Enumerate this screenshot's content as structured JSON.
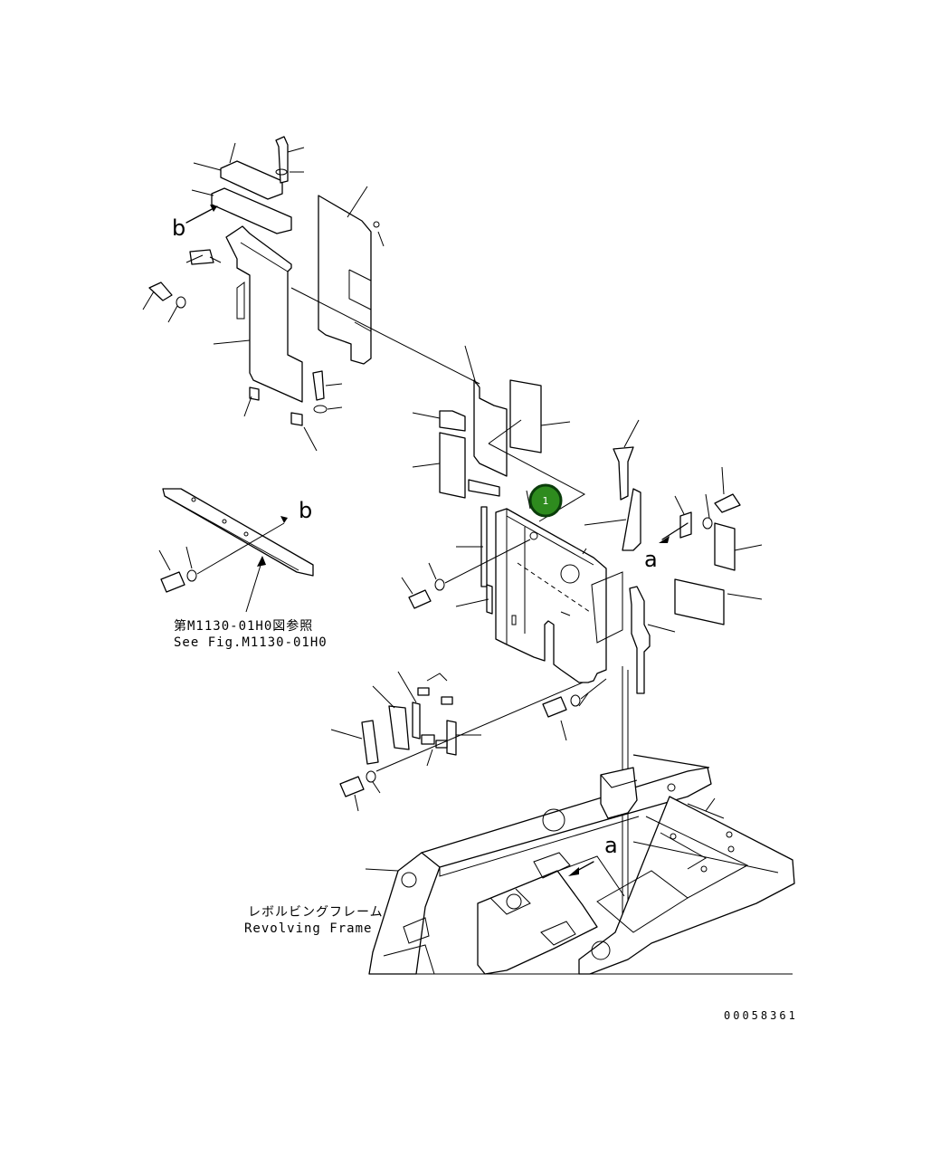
{
  "labels": {
    "view_b_top": "b",
    "view_b_mid": "b",
    "view_a_right": "a",
    "view_a_frame": "a",
    "ref_jp": "第M1130-01H0図参照",
    "ref_en": "See Fig.M1130-01H0",
    "frame_jp": "レボルビングフレーム",
    "frame_en": "Revolving Frame",
    "drawing_number": "00058361"
  },
  "callout": {
    "number": "1",
    "color": "#2e8b1e",
    "ring_color": "#0b3d0b"
  }
}
